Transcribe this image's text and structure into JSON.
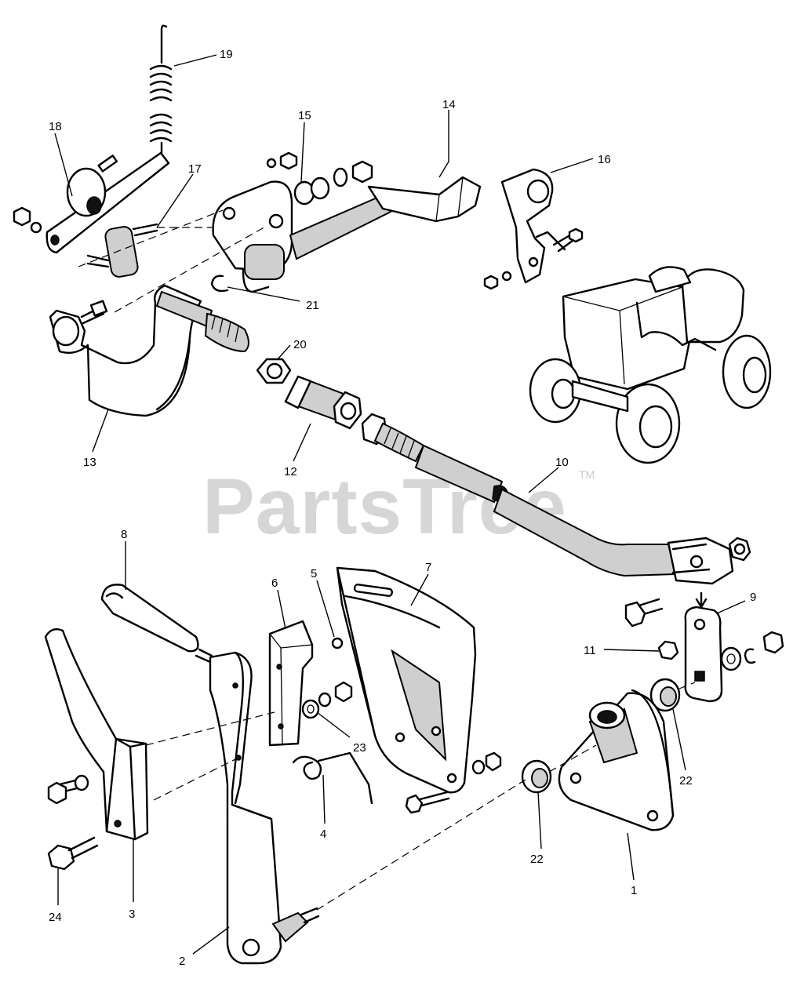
{
  "watermark": {
    "text": "PartsTree",
    "trademark": "TM",
    "color": "#d6d6d6"
  },
  "callouts": [
    {
      "id": "1",
      "label": "1"
    },
    {
      "id": "2",
      "label": "2"
    },
    {
      "id": "3",
      "label": "3"
    },
    {
      "id": "4",
      "label": "4"
    },
    {
      "id": "5",
      "label": "5"
    },
    {
      "id": "6",
      "label": "6"
    },
    {
      "id": "7",
      "label": "7"
    },
    {
      "id": "8",
      "label": "8"
    },
    {
      "id": "9",
      "label": "9"
    },
    {
      "id": "10",
      "label": "10"
    },
    {
      "id": "11",
      "label": "11"
    },
    {
      "id": "12",
      "label": "12"
    },
    {
      "id": "13",
      "label": "13"
    },
    {
      "id": "14",
      "label": "14"
    },
    {
      "id": "15",
      "label": "15"
    },
    {
      "id": "16",
      "label": "16"
    },
    {
      "id": "17",
      "label": "17"
    },
    {
      "id": "18",
      "label": "18"
    },
    {
      "id": "19",
      "label": "19"
    },
    {
      "id": "20",
      "label": "20"
    },
    {
      "id": "21",
      "label": "21"
    },
    {
      "id": "22a",
      "label": "22"
    },
    {
      "id": "22b",
      "label": "22"
    },
    {
      "id": "23",
      "label": "23"
    },
    {
      "id": "24",
      "label": "24"
    }
  ]
}
